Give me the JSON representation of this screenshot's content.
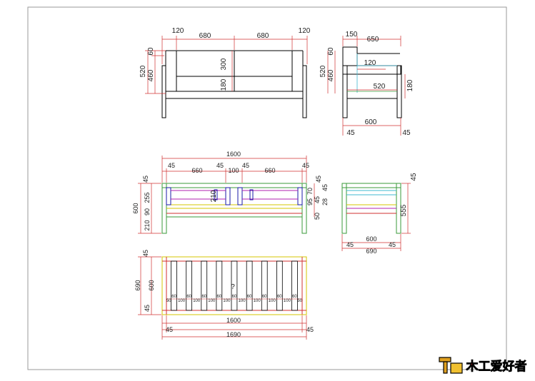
{
  "front": {
    "top": [
      "120",
      "680",
      "680",
      "120"
    ],
    "left": [
      "520",
      "460",
      "60"
    ],
    "mid": [
      "300",
      "180"
    ]
  },
  "side": {
    "top": [
      "150",
      "650"
    ],
    "left": [
      "520",
      "460",
      "60"
    ],
    "mid": [
      "120",
      "520"
    ],
    "right": "180",
    "bottom": [
      "600",
      "45",
      "45"
    ]
  },
  "frame_front": {
    "total": "1600",
    "row": [
      "45",
      "660",
      "45",
      "100",
      "45",
      "660",
      "45"
    ],
    "left": [
      "45",
      "255",
      "90",
      "210",
      "600"
    ],
    "mid": "210",
    "right": [
      "45",
      "70",
      "45",
      "45",
      "28",
      "95",
      "50"
    ]
  },
  "frame_side": {
    "right": [
      "45",
      "555"
    ],
    "bottom": [
      "600",
      "45",
      "45",
      "690"
    ]
  },
  "plan": {
    "left": [
      "45",
      "600",
      "45",
      "690"
    ],
    "slats": [
      "50",
      "60",
      "100",
      "60",
      "100",
      "60",
      "100",
      "60",
      "100",
      "60",
      "100",
      "60",
      "100",
      "60",
      "100",
      "60",
      "100",
      "60",
      "50"
    ],
    "question": "?",
    "bottom": [
      "1600",
      "45",
      "45",
      "1690"
    ]
  },
  "logo": {
    "text": "木工爱好者"
  },
  "colors": {
    "outline": "#000000",
    "dim_red": "#d03030",
    "green": "#3a9a3a",
    "yellow": "#d4c400",
    "blue": "#1a1aa8",
    "magenta": "#b020b0",
    "cyan": "#40b8d0",
    "paper_border": "#9a9a9a"
  }
}
